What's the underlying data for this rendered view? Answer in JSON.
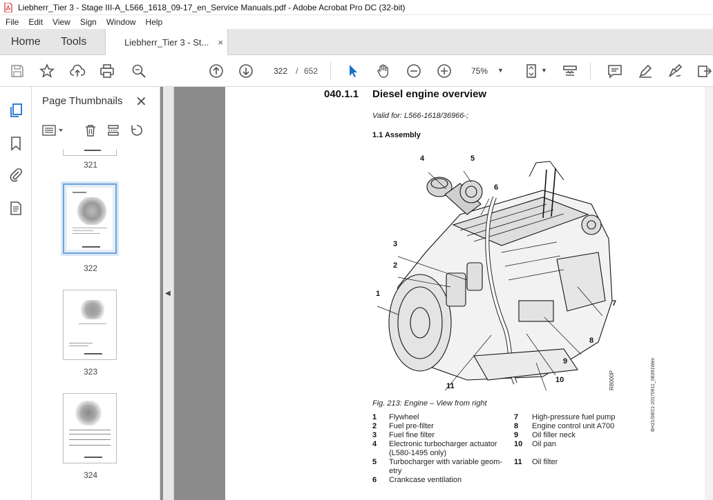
{
  "window": {
    "title": "Liebherr_Tier 3 - Stage III-A_L566_1618_09-17_en_Service Manuals.pdf - Adobe Acrobat Pro DC (32-bit)"
  },
  "menu": [
    "File",
    "Edit",
    "View",
    "Sign",
    "Window",
    "Help"
  ],
  "tabs": {
    "home": "Home",
    "tools": "Tools",
    "doc": "Liebherr_Tier 3 - St...",
    "close": "×"
  },
  "toolbar": {
    "page_current": "322",
    "page_sep": "/",
    "page_total": "652",
    "zoom": "75%"
  },
  "panel": {
    "title": "Page Thumbnails",
    "close": "✕",
    "thumbnails": [
      {
        "label": "321"
      },
      {
        "label": "322",
        "selected": true
      },
      {
        "label": "323"
      },
      {
        "label": "324"
      }
    ]
  },
  "page": {
    "section_number": "040.1.1",
    "section_title": "Diesel engine overview",
    "valid_for": "Valid for: L566-1618/36966-;",
    "subsection": "1.1 Assembly",
    "figure_caption": "Fig. 213: Engine – View from right",
    "drawing_code": "R8000P",
    "side_code": "BH21/08/21-20170911_08391Wen",
    "callouts": [
      "4",
      "5",
      "6",
      "3",
      "2",
      "1",
      "7",
      "8",
      "9",
      "11",
      "10"
    ],
    "legend_left": [
      {
        "num": "1",
        "text": "Flywheel"
      },
      {
        "num": "2",
        "text": "Fuel pre-filter"
      },
      {
        "num": "3",
        "text": "Fuel fine filter"
      },
      {
        "num": "4",
        "text": "Electronic turbocharger actuator"
      },
      {
        "num": "",
        "text": "(L580-1495 only)"
      },
      {
        "num": "5",
        "text": "Turbocharger with variable geom-"
      },
      {
        "num": "",
        "text": "etry"
      },
      {
        "num": "6",
        "text": "Crankcase ventilation"
      }
    ],
    "legend_right": [
      {
        "num": "7",
        "text": "High-pressure fuel pump"
      },
      {
        "num": "8",
        "text": "Engine control unit A700"
      },
      {
        "num": "9",
        "text": "Oil filler neck"
      },
      {
        "num": "10",
        "text": "Oil pan"
      },
      {
        "num": "11",
        "text": "Oil filter"
      }
    ]
  }
}
